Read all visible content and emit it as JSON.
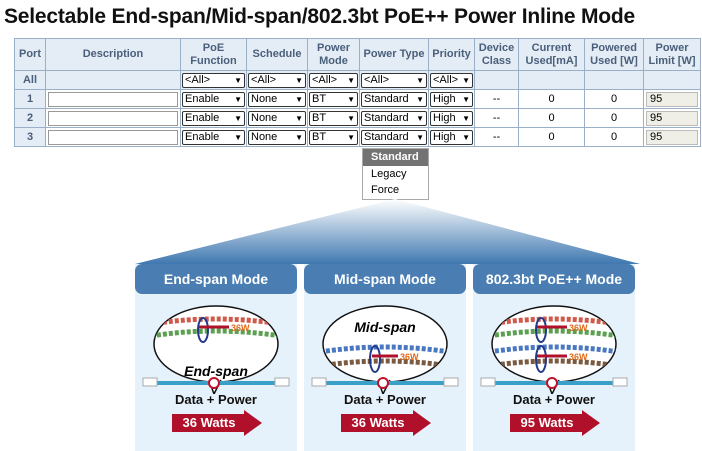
{
  "title": "Selectable End-span/Mid-span/802.3bt PoE++ Power Inline Mode",
  "table": {
    "headers": [
      "Port",
      "Description",
      "PoE Function",
      "Schedule",
      "Power Mode",
      "Power Type",
      "Priority",
      "Device Class",
      "Current Used[mA]",
      "Powered Used [W]",
      "Power Limit [W]"
    ],
    "all_row": {
      "port": "All",
      "poe_function": "<All>",
      "schedule": "<All>",
      "power_mode": "<All>",
      "power_type": "<All>",
      "priority": "<All>"
    },
    "rows": [
      {
        "port": "1",
        "description": "",
        "poe_function": "Enable",
        "schedule": "None",
        "power_mode": "BT",
        "power_type": "Standard",
        "priority": "High",
        "device_class": "--",
        "current": "0",
        "powered": "0",
        "limit": "95"
      },
      {
        "port": "2",
        "description": "",
        "poe_function": "Enable",
        "schedule": "None",
        "power_mode": "BT",
        "power_type": "Standard",
        "priority": "High",
        "device_class": "--",
        "current": "0",
        "powered": "0",
        "limit": "95"
      },
      {
        "port": "3",
        "description": "",
        "poe_function": "Enable",
        "schedule": "None",
        "power_mode": "BT",
        "power_type": "Standard",
        "priority": "High",
        "device_class": "--",
        "current": "0",
        "powered": "0",
        "limit": "95"
      }
    ]
  },
  "dropdown": {
    "options": [
      "Standard",
      "Legacy",
      "Force"
    ],
    "selected": "Standard"
  },
  "panels": [
    {
      "title": "End-span Mode",
      "bubble": "End-span",
      "watt_tag": "36W",
      "caption": "Data + Power",
      "arrow": "36 Watts"
    },
    {
      "title": "Mid-span Mode",
      "bubble": "Mid-span",
      "watt_tag": "36W",
      "caption": "Data + Power",
      "arrow": "36 Watts"
    },
    {
      "title": "802.3bt PoE++ Mode",
      "bubble": "",
      "watt_tag": "36W",
      "watt_tag2": "36W",
      "caption": "Data + Power",
      "arrow": "95 Watts"
    }
  ],
  "colors": {
    "header_blue": "#4a7eb3",
    "panel_bg": "#e6f2fb",
    "arrow_red": "#b0102a"
  }
}
